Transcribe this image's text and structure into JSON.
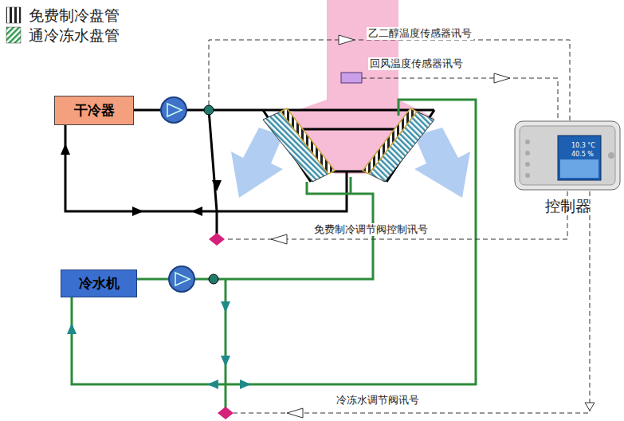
{
  "diagram": {
    "nodes": [
      {
        "text": [
          "干冷器"
        ]
      },
      {
        "text": [
          "冷水机"
        ]
      },
      {
        "text": [
          "控制器"
        ]
      }
    ],
    "labels": [
      "乙二醇温度传感器讯号",
      "回风温度传感器讯号",
      "免费制冷调节阀控制讯号",
      "冷冻水调节阀讯号",
      "10.3 °C",
      "40.5 %"
    ],
    "legend": [
      {
        "text": "免费制冷盘管"
      },
      {
        "text": "通冷冻水盘管"
      }
    ]
  }
}
